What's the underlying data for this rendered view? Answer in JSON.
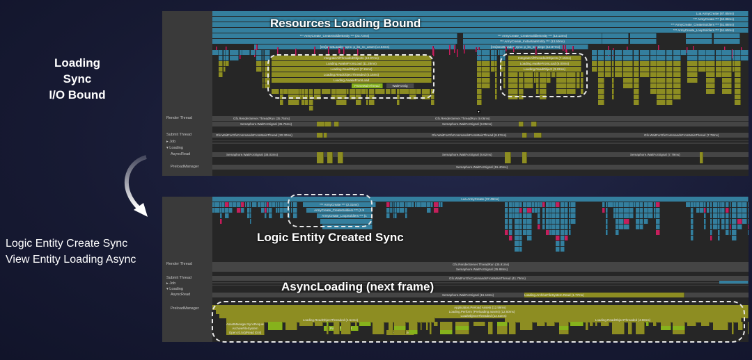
{
  "slide": {
    "left_top_title": [
      "Loading Sync",
      "I/O Bound"
    ],
    "left_bottom_title": [
      "Logic Entity Create Sync",
      "View Entity Loading Async"
    ],
    "overlay_top": "Resources Loading Bound",
    "overlay_mid": "Logic Entity Created Sync",
    "overlay_bottom": "AsyncLoading (next frame)"
  },
  "top_profiler": {
    "tracks": [
      "Render Thread",
      "Submit Thread",
      "Job",
      "Loading",
      "AsyncRead",
      "PreloadManager"
    ],
    "flame": [
      "Lua.ArmyCreate (87.85ms)",
      "*** ArmyCreate *** (52.88ms)",
      "*** ArmyCreate_CreateSoldiers *** (51.88ms)",
      "*** ArmyCreate_LoopSoldiers *** (51.60ms)",
      "*** ArmyCreate_CreateSoldierEntity *** (23.72ms)",
      "*** ArmyCreate_CreateSoldierEntity *** (13.13ms)",
      "*** ArmyCreate_InstantiateEntity *** (13.50ms)",
      "[res]assetLoader_sync: p_bs_nc_asset (14.64ms)",
      "[res]assetLoader_sync: p_bs_nc_siege (12.87ms)",
      "IntegrateAllThreadedObjects (13.87ms)",
      "Loading.AwakeFromLoad (11.28ms)",
      "Loading.ReadObject (7.15ms)",
      "IntegrateAllThreadedObjects (7.15ms)",
      "Loading.AwakeFromLoad (6.00ms)",
      "Loading.ReadObject (3.22ms)",
      "Loading.ReadObjectThreaded (4.15ms)",
      "Loading.AwakeFromLoad",
      "ParseMainThread",
      "WaitForSig"
    ],
    "render_thread": [
      "Gfx.RenderServer.ThreadRun (35.76ms)",
      "Gfx.RenderServer.ThreadRun (9.06ms)",
      "Semaphore.WaitForSignal (35.76ms)",
      "Semaphore.WaitForSignal (9.05ms)"
    ],
    "submit_thread": [
      "Gfx.WaitForGfxCommandsFromMainThread (30.30ms)",
      "Gfx.WaitForGfxCommandsFromMainThread (8.87ms)",
      "Gfx.WaitForGfxCommandsFromMainThread (7.78ms)"
    ],
    "async_read": [
      "Semaphore.WaitForSignal (38.03ms)",
      "Semaphore.WaitForSignal (8.62ms)",
      "Semaphore.WaitForSignal (7.79ms)"
    ],
    "preload_manager": [
      "Semaphore.WaitForSignal (15.40ms)"
    ]
  },
  "bottom_profiler": {
    "tracks": [
      "Render Thread",
      "Submit Thread",
      "Job",
      "Loading",
      "AsyncRead",
      "PreloadManager"
    ],
    "flame": [
      "Lua.ArmyCreate (37.49ms)",
      "*** ArmyCreate *** (2.31ms)",
      "ArmyCreate_CreateSoldiers *** (1.9",
      "ArmyCreate_LoopSoldiers *** (1"
    ],
    "render_thread": [
      "Gfx.RenderServer.ThreadRun (35.91ms)",
      "Semaphore.WaitForSignal (35.88ms)"
    ],
    "submit_thread": [
      "Gfx.WaitForGfxCommandsFromMainThread (41.79ms)"
    ],
    "async_read": [
      "Semaphore.WaitForSignal (15.13ms)",
      "Loading.ArchiveFileSystem.Read (1.77ms)"
    ],
    "preload_manager": [
      "Application.Preload Assets (12.59ms)",
      "Loading.Perform (Preloading assets) (12.50ms)",
      "LoadObjectsThreaded (12.52ms)",
      "Loading.ReadObjectThreaded (4.54ms)",
      "Loading.ReadObjectThreaded (4.58ms)",
      "AssetManager.SyncRequest",
      "ArchiveFileSystem",
      "Open (0.54)/Read (0.8)",
      "ParseThreaded",
      "File.Read (0.66)"
    ]
  }
}
